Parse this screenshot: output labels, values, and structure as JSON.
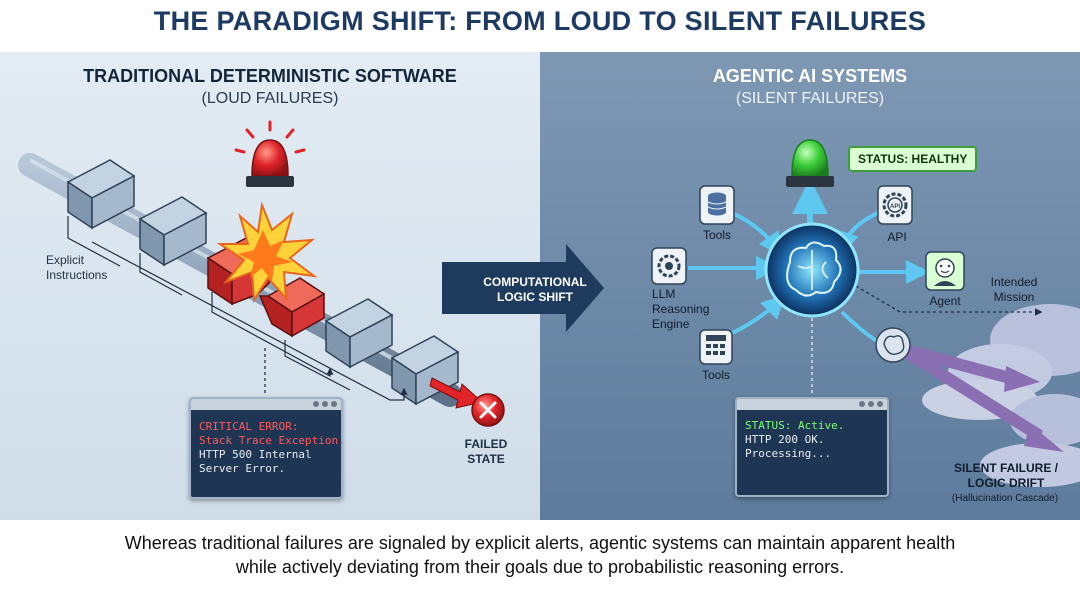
{
  "title": "THE PARADIGM SHIFT: FROM LOUD TO SILENT FAILURES",
  "left": {
    "heading": "TRADITIONAL DETERMINISTIC SOFTWARE",
    "subheading": "(LOUD FAILURES)",
    "instructions_label": "Explicit\nInstructions",
    "failed_label": "FAILED\nSTATE",
    "terminal": {
      "line1": "CRITICAL ERROR:",
      "line2": "Stack Trace Exception.",
      "line3": "HTTP 500 Internal",
      "line4": "Server Error."
    }
  },
  "shift_label": "COMPUTATIONAL\nLOGIC SHIFT",
  "right": {
    "heading": "AGENTIC AI SYSTEMS",
    "subheading": "(SILENT FAILURES)",
    "status_badge": "STATUS: HEALTHY",
    "tools_top": "Tools",
    "api": "API",
    "llm": "LLM\nReasoning\nEngine",
    "agent": "Agent",
    "tools_bottom": "Tools",
    "intended": "Intended\nMission",
    "drift_title": "SILENT FAILURE /\nLOGIC DRIFT",
    "drift_sub": "(Hallucination Cascade)",
    "terminal": {
      "line1": "STATUS: Active.",
      "line2": "HTTP 200 OK.",
      "line3": "Processing..."
    }
  },
  "caption": "Whereas traditional failures are signaled by explicit alerts, agentic systems can maintain apparent health\nwhile actively deviating from their goals due to probabilistic reasoning errors.",
  "colors": {
    "title": "#1d3a63",
    "alarm_red": "#e0242a",
    "healthy_green": "#3ccf3a",
    "error_text": "#ff5a5a",
    "ok_text": "#7dff74",
    "drift_purple": "#8b6fb3"
  }
}
